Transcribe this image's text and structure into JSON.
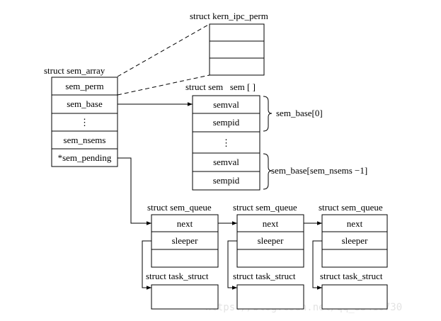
{
  "kern_ipc_perm": {
    "title": "struct kern_ipc_perm"
  },
  "sem_array": {
    "title": "struct sem_array",
    "fields": [
      "sem_perm",
      "sem_base",
      "⋮",
      "sem_nsems",
      "*sem_pending"
    ]
  },
  "sem": {
    "title": "struct sem   sem [ ]",
    "cells": [
      "semval",
      "sempid",
      "⋮",
      "semval",
      "sempid"
    ],
    "brace_labels": [
      "sem_base[0]",
      "sem_base[sem_nsems −1]"
    ]
  },
  "sem_queue": {
    "title": "struct sem_queue",
    "fields": [
      "next",
      "sleeper",
      ""
    ],
    "count": 3
  },
  "task_struct": {
    "title": "struct task_struct"
  },
  "watermark": "https://blog.csdn.net/qq_33410730"
}
